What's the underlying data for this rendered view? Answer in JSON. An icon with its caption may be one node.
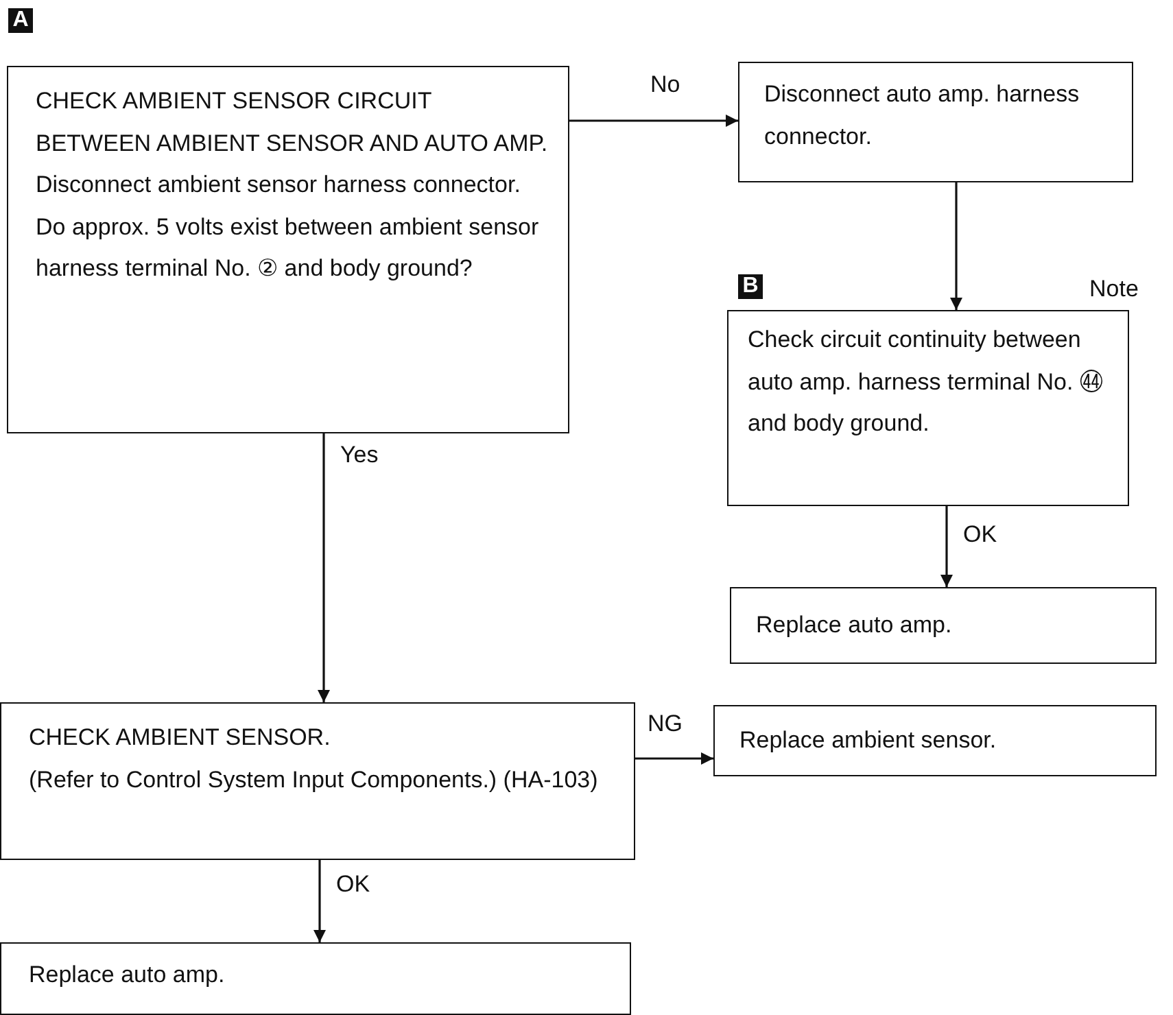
{
  "diagram": {
    "nodes": [
      {
        "text": [
          "CHECK AMBIENT SENSOR CIRCUIT BETWEEN AMBIENT SENSOR AND AUTO AMP.",
          "Disconnect ambient sensor harness connector.",
          "Do approx. 5 volts exist between ambient sensor harness terminal No. ② and body ground?"
        ]
      },
      {
        "text": [
          "Disconnect auto amp. harness connector."
        ]
      },
      {
        "text": [
          "Check circuit continuity between auto amp. harness terminal No. ㊹ and body ground."
        ]
      },
      {
        "text": [
          "Replace auto amp."
        ]
      },
      {
        "text": [
          "CHECK AMBIENT SENSOR.",
          "(Refer to Control System Input Components.) (HA-103)"
        ]
      },
      {
        "text": [
          "Replace ambient sensor."
        ]
      },
      {
        "text": [
          "Replace auto amp."
        ]
      }
    ],
    "edges": [
      {
        "from": 0,
        "to": 1,
        "arrow": "to",
        "label": "No"
      },
      {
        "from": 1,
        "to": 2,
        "arrow": "to"
      },
      {
        "from": 2,
        "to": 3,
        "arrow": "to",
        "label": "OK"
      },
      {
        "from": 0,
        "to": 4,
        "arrow": "to",
        "label": "Yes"
      },
      {
        "from": 4,
        "to": 5,
        "arrow": "to",
        "label": "NG"
      },
      {
        "from": 4,
        "to": 6,
        "arrow": "to",
        "label": "OK"
      }
    ],
    "labels": [
      "A",
      "B",
      "Note"
    ]
  }
}
